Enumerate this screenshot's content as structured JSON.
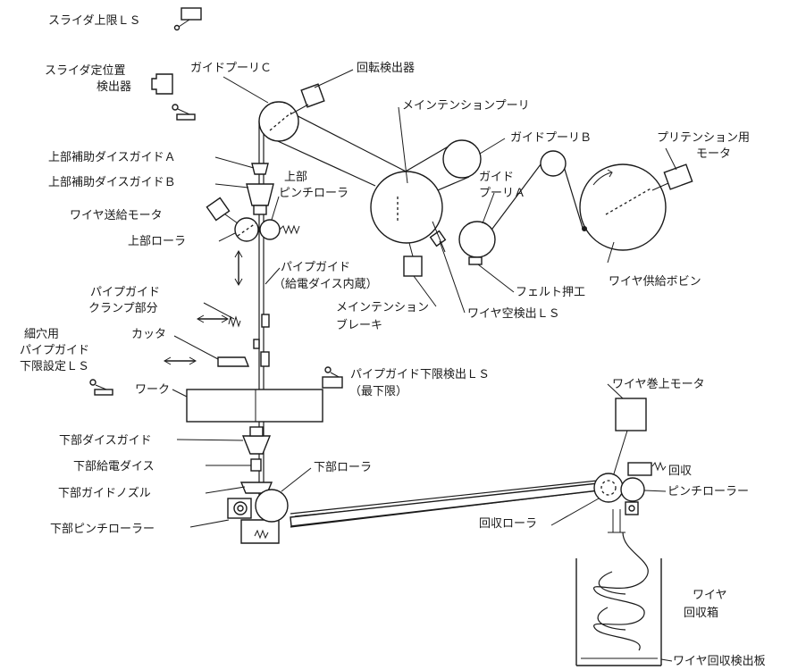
{
  "labels": {
    "slider_upper_ls": "スライダ上限ＬＳ",
    "slider_pos_detector_1": "スライダ定位置",
    "slider_pos_detector_2": "検出器",
    "guide_pulley_c": "ガイドプーリＣ",
    "rotation_detector": "回転検出器",
    "main_tension_pulley": "メインテンションプーリ",
    "guide_pulley_b": "ガイドプーリＢ",
    "pretension_motor_1": "プリテンション用",
    "pretension_motor_2": "モータ",
    "upper_aux_die_guide_a": "上部補助ダイスガイドＡ",
    "upper_aux_die_guide_b": "上部補助ダイスガイドＢ",
    "upper_pinch_roller_1": "上部",
    "upper_pinch_roller_2": "ピンチローラ",
    "wire_feed_motor": "ワイヤ送給モータ",
    "upper_roller": "上部ローラ",
    "guide_pulley_a_1": "ガイド",
    "guide_pulley_a_2": "プーリＡ",
    "pipe_guide_1": "パイプガイド",
    "pipe_guide_2": "（給電ダイス内蔵）",
    "pipe_guide_clamp_1": "パイプガイド",
    "pipe_guide_clamp_2": "クランプ部分",
    "felt_presser": "フェルト押工",
    "wire_supply_bobbin": "ワイヤ供給ボビン",
    "main_tension_brake_1": "メインテンション",
    "main_tension_brake_2": "ブレーキ",
    "wire_empty_ls": "ワイヤ空検出ＬＳ",
    "fine_hole_1": "細穴用",
    "fine_hole_2": "パイプガイド",
    "fine_hole_3": "下限設定ＬＳ",
    "cutter": "カッタ",
    "pipe_guide_lower_ls_1": "パイプガイド下限検出ＬＳ",
    "pipe_guide_lower_ls_2": "（最下限）",
    "work": "ワーク",
    "wire_winding_motor": "ワイヤ巻上モータ",
    "lower_die_guide": "下部ダイスガイド",
    "lower_power_die": "下部給電ダイス",
    "lower_roller": "下部ローラ",
    "recovery": "回収",
    "recovery_pinch_roller": "ピンチローラー",
    "lower_guide_nozzle": "下部ガイドノズル",
    "recovery_roller": "回収ローラ",
    "lower_pinch_roller": "下部ピンチローラー",
    "wire_box_1": "ワイヤ",
    "wire_box_2": "回収箱",
    "wire_recovery_plate": "ワイヤ回収検出板"
  }
}
